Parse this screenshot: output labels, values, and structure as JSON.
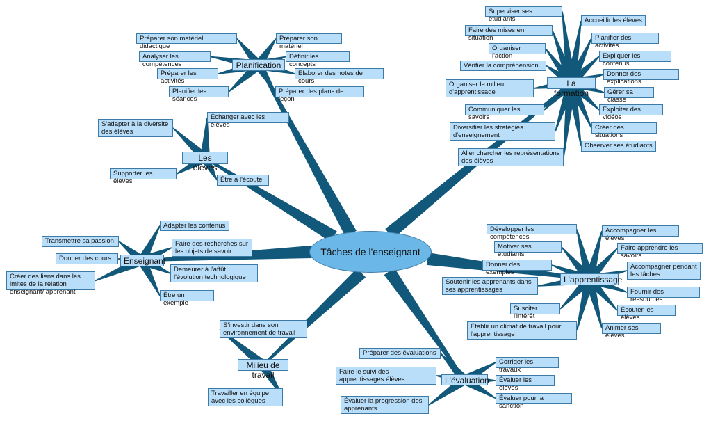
{
  "central": "Tâches de l'enseignant",
  "colors": {
    "branch": "#11587a",
    "box_fill": "#b9defa",
    "box_border": "#3d7aa6",
    "center_fill": "#6bb8e8"
  },
  "branches": [
    {
      "label": "Planification",
      "items": [
        "Préparer son matériel didactique",
        "Préparer son matériel",
        "Analyser les compétences",
        "Définir les concepts",
        "Préparer les activités",
        "Élaborer des notes de cours",
        "Planifier les séances",
        "Préparer des plans de leçon"
      ]
    },
    {
      "label": "Les élèves",
      "items": [
        "S'adapter à la diversité des élèves",
        "Échanger avec les élèves",
        "Supporter les élèves",
        "Être à l'écoute"
      ]
    },
    {
      "label": "Enseignant",
      "items": [
        "Adapter les contenus",
        "Transmettre sa passion",
        "Faire des recherches sur les objets de savoir",
        "Donner des cours",
        "Créer des liens dans les imites de la relation enseignant/ apprenant",
        "Demeurer à l'affût l'évolution technologique",
        "Être un exemple"
      ]
    },
    {
      "label": "Milieu de travail",
      "items": [
        "S'investir dans son environnement de travail",
        "Travailler en équipe avec les collègues"
      ]
    },
    {
      "label": "L'évaluation",
      "items": [
        "Préparer des évaluations",
        "Faire le suivi des apprentissages élèves",
        "Évaluer la progression des apprenants",
        "Corriger les travaux",
        "Évaluer les élèves",
        "Évaluer pour la sanction"
      ]
    },
    {
      "label": "L'apprentissage",
      "items": [
        "Développer les compétences",
        "Motiver ses étudiants",
        "Donner des exemples",
        "Soutenir les apprenants dans ses apprentissages",
        "Susciter l'intérêt",
        "Établir un climat de travail pour l'apprentissage",
        "Accompagner les élèves",
        "Faire apprendre les savoirs",
        "Accompagner pendant les tâches",
        "Fournir des ressources",
        "Écouter les élèves",
        "Animer ses élèves"
      ]
    },
    {
      "label": "La formation",
      "items": [
        "Superviser ses étudiants",
        "Faire des mises en situation",
        "Organiser l'action",
        "Vérifier la compréhension",
        "Organiser le milieu d'apprentissage",
        "Communiquer les savoirs",
        "Diversifier les stratégies d'enseignement",
        "Aller chercher les représentations des élèves",
        "Accueillir les élèves",
        "Planifier des activités",
        "Expliquer les contenus",
        "Donner des explications",
        "Gérer sa classe",
        "Exploiter des vidéos",
        "Créer des situations",
        "Observer ses étudiants"
      ]
    }
  ]
}
